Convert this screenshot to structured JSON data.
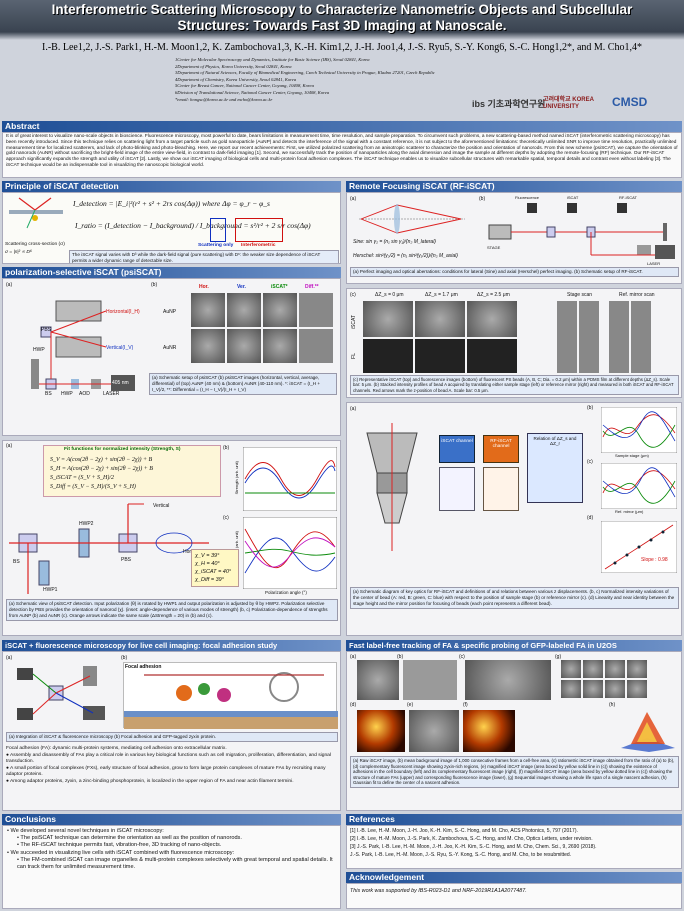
{
  "title": {
    "line1": "Interferometric Scattering Microscopy to Characterize Nanometric Objects and Subcellular",
    "line2": "Structures: Towards Fast 3D Imaging at Nanoscale."
  },
  "authors": "I.-B. Lee1,2, J.-S. Park1, H.-M. Moon1,2, K. Zambochova1,3, K.-H. Kim1,2, J.-H. Joo1,4, J.-S. Ryu5, S.-Y. Kong6, S.-C. Hong1,2*, and M. Cho1,4*",
  "affiliations": [
    "1Center for Molecular Spectroscopy and Dynamics, Institute for Basic Science (IBS), Seoul 02841, Korea",
    "2Department of Physics, Korea University, Seoul 02841, Korea",
    "3Department of Natural Sciences, Faculty of Biomedical Engineering, Czech Technical University in Prague, Kladno 27201, Czech Republic",
    "4Department of Chemistry, Korea University, Seoul 02841, Korea",
    "5Center for Breast Cancer, National Cancer Center, Goyang, 10408, Korea",
    "6Division of Translational Science, National Cancer Center, Goyang, 10408, Korea",
    "*email: hongsc@korea.ac.kr and mcho@korea.ac.kr"
  ],
  "logos": {
    "ibs": "ibs 기초과학연구원",
    "korea": "고려대학교 KOREA UNIVERSITY",
    "cmsd": "CMSD"
  },
  "abstract": {
    "heading": "Abstract",
    "text": "It is of great interest to visualize nano-scale objects in bioscience. Fluorescence microscopy, most powerful to date, bears limitations in measurement time, time resolution, and sample preparation. To circumvent such problems, a new scattering-based method named iSCAT (interferometric scattering microscopy) has been recently introduced. Since this technique relies on scattering light from a target particle such as gold nanoparticle (AuNP) and detects the interference of the signal with a constant reference, it is not subject to the aforementioned limitations: theoretically unlimited SNR to improve time resolution, practically unlimited measurement time for localized scatterers, and lack of photo-blinking and photo-bleaching. Here, we report our recent achievements: First, we utilized polarized scattering from an anisotropic scatterer to characterize the position and orientation of nanorods. From this new scheme (psiSCAT), we capture the orientation of gold nanorods (AuNR) without sacrificing the bright-field image of the entire view-field, in contrast to dark-field imaging [1]. Second, we successfully track the position of nanoparticles along the axial dimension and image the sample at different depths by adopting the remote-focusing (RF) technique. Our RF-iSCAT approach significantly expands the strength and utility of iSCAT [2]. Lastly, we show our iSCAT imaging of biological cells and multi-protein focal adhesion complexes. The iSCAT technique enables us to visualize subcellular structures with remarkable spatial, temporal details and contrast even without labeling [3]. The iSCAT technique would be an indispensable tool in visualizing the nanoscopic biological world."
  },
  "principle": {
    "heading": "Principle of iSCAT detection",
    "eq1": "I_detection = |E_i|²(r² + s² + 2rs cos(Δφ)) where Δφ = φ_r − φ_s",
    "eq2": "I_ratio = (I_detection − I_background) / I_background = s²/r² + 2 s/r cos(Δφ)",
    "scat_only": "Scattering only",
    "interferometric": "Interferometric",
    "xsec_label": "Scattering cross-section (σ)",
    "xsec_eq": "σ = |s|² ∝ D⁶",
    "note": "The iSCAT signal varies with D³ while the dark-field signal (pure scattering) with D⁶: the weaker size dependence of iSCAT permits a wider dynamic range of detectable size."
  },
  "psiscat": {
    "heading": "polarization-selective iSCAT (psiSCAT)",
    "a": "(a)",
    "b": "(b)",
    "horizontal": "Horizontal(I_H)",
    "vertical": "Vertical(I_V)",
    "cols": [
      "Hor.",
      "Ver.",
      "iSCAT*",
      "Diff.**"
    ],
    "rows": [
      "AuNP",
      "AuNR"
    ],
    "setup_labels": [
      "PBS",
      "HWP",
      "405 nm",
      "BS",
      "HWP",
      "AOD",
      "LASER"
    ],
    "caption": "(a) Schematic setup of psiSCAT (b) psiSCAT images (horizontal, vertical, average, differential) of (top) AuNP (40 nm) & (bottom) AuNR (40-110 nm). *: iSCAT = (I_H + I_V)/2, **: Differential = (I_H − I_V)/(I_H + I_V)"
  },
  "fit": {
    "title": "Fit functions for normalized intensity (Strength, S)",
    "lines": [
      "S_V = A(cos(2θ − 2χ) + sin(2θ − 2χ)) + B",
      "S_H = A(cos(2θ − 2χ) + sin(2θ − 2χ)) + B",
      "S_iSCAT = (S_V + S_H)/2",
      "S_Diff = (S_V − S_H)/(S_V + S_H)"
    ],
    "ylabel_b": "Strength (arb. unit)",
    "ylabel_c": "Strength (arb. unit)",
    "xlabel": "Polarization angle (°)",
    "chis": [
      "χ_V = 39°",
      "χ_H = 40°",
      "χ_iSCAT = 40°",
      "χ_Diff = 39°"
    ],
    "labels": [
      "BS",
      "HWP1",
      "HWP2",
      "PBS",
      "Vertical",
      "Horizontal"
    ],
    "caption": "(a) Schematic view of psiSCAT detection. Input polarization (θ) is rotated by HWP1 and output polarization is adjusted by θ by HWP2. Polarization selective detection by PBS provides the orientation of nanorod (χ). (inset: angle-dependence of various modes of strength) (b, c) Polarization-dependence of strengths from AuNP (b) and AuNR (c). Orange arrows indicate the same scale (ΔStrength = 20) in (b) and (c)."
  },
  "rf": {
    "heading": "Remote Focusing iSCAT (RF-iSCAT)",
    "sine": "Sine: sin γ₂ = (n₁ sin γ₁)/(n₂ M_lateral)",
    "herschel": "Herschel: sin²(γ₂/2) = (n₁ sin²(γ₁/2))/(n₂ M_axial)",
    "setup_labels": [
      "Fluorescence",
      "iSCAT",
      "RF-iSCAT",
      "CAM",
      "STAGE",
      "OBJ",
      "QWP",
      "PBS",
      "AOD",
      "LASER",
      "Reference mirror"
    ],
    "caption_ab": "(a) Perfect imaging and optical aberrations: conditions for lateral (Sine) and axial (Herschel) perfect imaging. (b) Schematic setup of RF-iSCAT.",
    "dz": [
      "ΔZ_s = 0 μm",
      "ΔZ_s = 1.7 μm",
      "ΔZ_s = 2.5 μm",
      "Stage scan",
      "Ref. mirror scan"
    ],
    "row_labels": [
      "iSCAT",
      "FL"
    ],
    "caption_c": "(c) Representative iSCAT (top) and fluorescence images (bottom) of fluorescent PS beads (A, B, C; Dia. = 0.2 μm) within a PDMS film at different depths (ΔZ_s). Scale bar: 5 μm. (b) Stacked intensity profiles of bead A acquired by translating either sample stage (left) or reference mirror (right) and measured in both iSCAT and RF-iSCAT channels. Red arrows mark the z-position of bead A. Scale bar: 0.5 μm.",
    "boxes": [
      "iSCAT channel",
      "RF-iSCAT channel",
      "Relation of ΔZ_s and ΔZ_r"
    ],
    "slope": "Slope : 0.98",
    "axis_sample": "Sample stage (μm)",
    "axis_ref": "Ref. mirror (μm)",
    "caption_d": "(a) Schematic diagram of key optics for RF-iSCAT and definitions of and relations between various z displacements. (b, c) Normalized intensity variations of the center of bead (A: red, B: green, C: blue) with respect to the position of sample stage (b) or reference mirror (c). (d) Linearity and near identity between the stage height and the mirror position for focusing of beads (each point represents a different bead)."
  },
  "focal": {
    "heading": "iSCAT + fluorescence microscopy for live cell imaging: focal adhesion study",
    "labels": [
      "(a)",
      "(b)",
      "Focal adhesion"
    ],
    "caption": "(a) Integration of iSCAT & fluorescence microscopy (b) Focal adhesion and GFP-tagged zyxin protein.",
    "body": [
      "Focal adhesion (FA): dynamic multi-protein systems, mediating cell adhesion onto extracellular matrix.",
      "● Assembly and disassembly of FAs play a critical role in various key biological functions such as cell migration, proliferation, differentiation, and signal transduction.",
      "● A small portion of focal complexes (FXs), early structure of focal adhesion, grow to form large protein complexes of mature FAs by recruiting many adaptor proteins.",
      "● Among adaptor proteins, zyxin, a zinc-binding phosphoprotein, is localized in the upper region of FA and near actin filament termini."
    ]
  },
  "tracking": {
    "heading": "Fast label-free tracking of FA & specific probing of GFP-labeled FA in U2OS",
    "labels": [
      "(a)",
      "(b)",
      "(c)",
      "(d)",
      "(e)",
      "(f)",
      "(g)",
      "(h)"
    ],
    "caption": "(a) Raw iSCAT image, (b) mean background image of 1,000 consecutive frames from a cell-free area, (c) ratiometric iSCAT image obtained from the ratio of (a) to (b), (d) complementary fluorescent image showing zyxin-rich regions, (e) magnified iSCAT image (area boxed by yellow solid line in (c)) showing the existence of adhesions in the cell boundary (left) and its complementary fluorescent image (right), (f) magnified iSCAT image (area boxed by yellow dotted line in (c)) showing the structure of mature FAs (upper) and corresponding fluorescence image (lower), (g) Sequential images showing a whole life span of a single nascent adhesion, (h) Gaussian fit to define the center of a nascent adhesion."
  },
  "conclusions": {
    "heading": "Conclusions",
    "items": [
      "•  We developed several novel techniques in iSCAT microscopy:",
      "•  The psiSCAT technique can determine the orientation as well as the position of nanorods.",
      "•  The RF-iSCAT technique permits fast, vibration-free, 3D tracking of nano-objects.",
      "•  We succeeded in visualizing live cells with iSCAT combined with fluorescence microscopy:",
      "•  The FM-combined iSCAT can image organelles & multi-protein complexes selectively with great temporal and spatial details. It can track them for unlimited measurement time."
    ]
  },
  "references": {
    "heading": "References",
    "items": [
      "[1] I.-B. Lee, H.-M. Moon, J.-H. Joo, K.-H. Kim, S.-C. Hong, and M. Cho, ACS Photonics, 5, 797 (2017).",
      "[2] I.-B. Lee, H.-M. Moon, J.-S. Park, K. Zambochova, S.-C. Hong, and M. Cho, Optics Letters, under revision.",
      "[3] J.-S. Park, I.-B. Lee, H.-M. Moon, J.-H. Joo, K.-H. Kim, S.-C. Hong, and M. Cho, Chem. Sci., 9, 2690 (2018).",
      "J.-S. Park, I.-B. Lee, H.-M. Moon, J.-S. Ryu, S.-Y. Kong, S.-C. Hong, and M. Cho, to be resubmitted."
    ]
  },
  "ack": {
    "heading": "Acknowledgement",
    "text": "This work was supported by IBS-R023-D1 and NRF-2019R1A1A2077487."
  },
  "colors": {
    "header_bar": "#1f4f96",
    "title_band": "#3a4350",
    "highlight_red": "#d01010",
    "highlight_blue": "#1030c0"
  }
}
